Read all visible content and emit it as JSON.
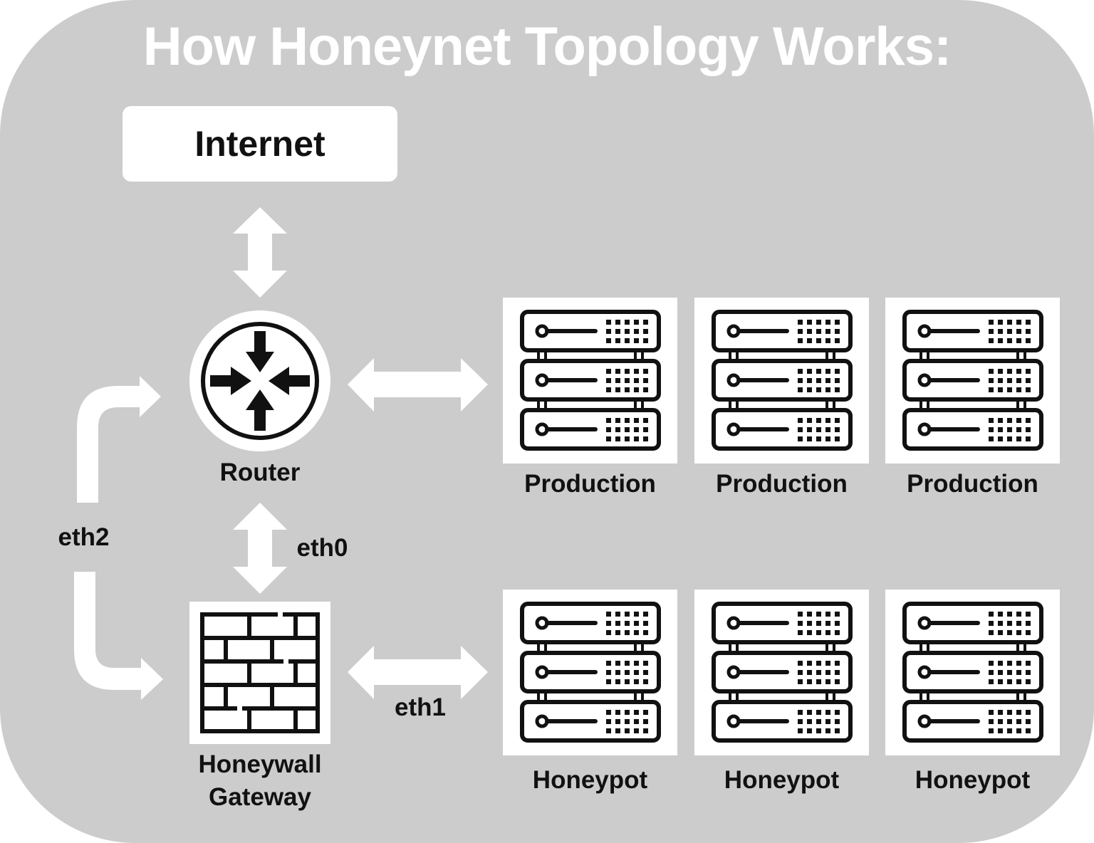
{
  "title": "How Honeynet Topology Works:",
  "colors": {
    "background": "#cccccc",
    "tile": "#ffffff",
    "icon": "#111111",
    "arrow": "#ffffff",
    "title_text": "#ffffff"
  },
  "nodes": {
    "internet": {
      "label": "Internet"
    },
    "router": {
      "label": "Router",
      "icon": "router-icon"
    },
    "honeywall": {
      "label_line1": "Honeywall",
      "label_line2": "Gateway",
      "icon": "firewall-icon"
    },
    "production": [
      {
        "label": "Production",
        "icon": "server-rack-icon"
      },
      {
        "label": "Production",
        "icon": "server-rack-icon"
      },
      {
        "label": "Production",
        "icon": "server-rack-icon"
      }
    ],
    "honeypots": [
      {
        "label": "Honeypot",
        "icon": "server-rack-icon"
      },
      {
        "label": "Honeypot",
        "icon": "server-rack-icon"
      },
      {
        "label": "Honeypot",
        "icon": "server-rack-icon"
      }
    ]
  },
  "links": {
    "internet_router": {
      "label": ""
    },
    "router_production": {
      "label": ""
    },
    "router_honeywall": {
      "label": "eth0"
    },
    "honeywall_honeypots": {
      "label": "eth1"
    },
    "eth2_loop": {
      "label": "eth2"
    }
  }
}
